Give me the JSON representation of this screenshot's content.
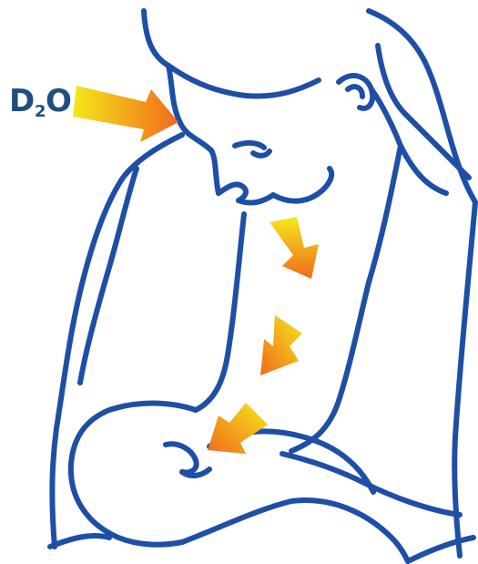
{
  "label": {
    "main": "D",
    "subscript": "2",
    "suffix": "O"
  },
  "colors": {
    "outline": "#1e4fa6",
    "label": "#1e4f7f",
    "arrow_start": "#f4e81a",
    "arrow_end": "#f26a1c"
  },
  "icons": {
    "arrow": "gradient-arrow-icon"
  }
}
